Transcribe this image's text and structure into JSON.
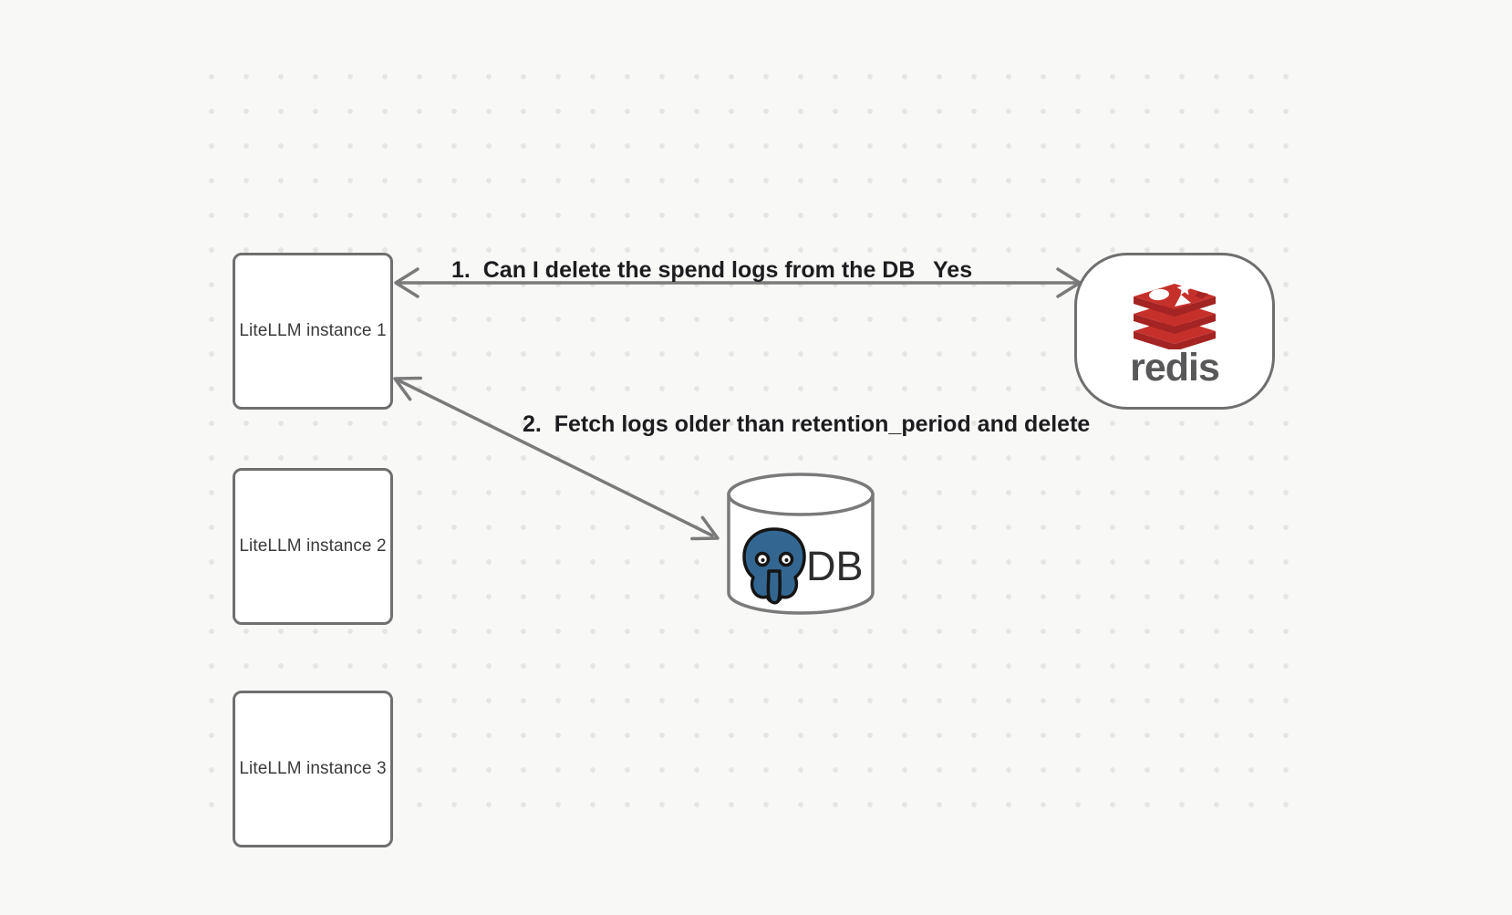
{
  "canvas": {
    "background_color": "#f8f8f7",
    "dot_color": "#e5e5e4"
  },
  "nodes": {
    "litellm": [
      {
        "label": "LiteLLM instance 1"
      },
      {
        "label": "LiteLLM instance 2"
      },
      {
        "label": "LiteLLM instance 3"
      }
    ],
    "redis": {
      "label": "redis",
      "icon": "redis-stack-logo-icon",
      "brand_red": "#C6302B",
      "brand_red_dark": "#A32422",
      "wordmark_color": "#58585a"
    },
    "database": {
      "label": "DB",
      "icon": "postgresql-elephant-icon",
      "postgres_blue": "#336791",
      "shape": "cylinder"
    }
  },
  "edges": [
    {
      "from": "LiteLLM instance 1",
      "to": "redis",
      "label": "1.  Can I delete the spend logs from the DB",
      "response": "Yes",
      "style": "double-headed-arrow"
    },
    {
      "from": "LiteLLM instance 1",
      "to": "DB",
      "label": "2.  Fetch logs older than retention_period and delete",
      "style": "double-headed-arrow"
    }
  ],
  "stroke_colors": {
    "node_border": "#6f6f6f",
    "arrow": "#7a7a7a"
  }
}
